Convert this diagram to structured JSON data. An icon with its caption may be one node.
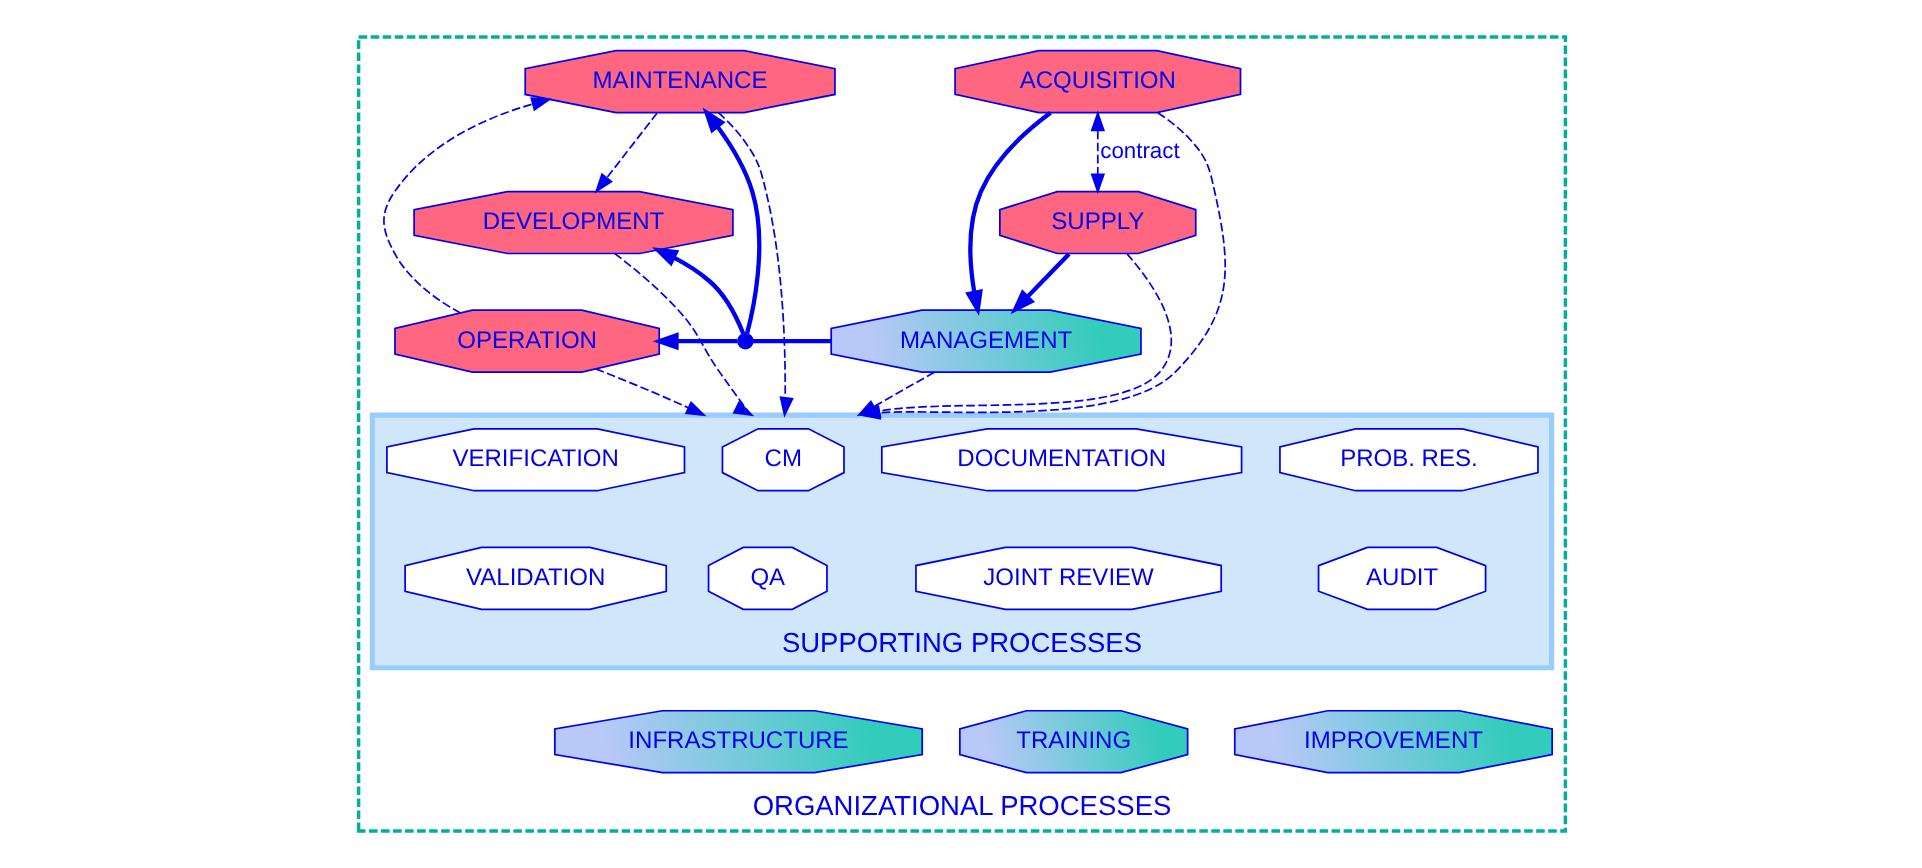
{
  "diagram": {
    "nodes": [
      {
        "text": [
          "ORGANIZATIONAL PROCESSES"
        ]
      },
      {
        "text": [
          "ACQUISITION"
        ],
        "in": 0
      },
      {
        "text": [
          "SUPPLY"
        ],
        "in": 0
      },
      {
        "text": [
          "MANAGEMENT"
        ],
        "in": 0
      },
      {
        "text": [],
        "shape": "circle",
        "in": 0
      },
      {
        "text": [
          "OPERATION"
        ],
        "in": 0
      },
      {
        "text": [
          "MAINTENANCE"
        ],
        "in": 0
      },
      {
        "text": [
          "DEVELOPMENT"
        ],
        "in": 0
      },
      {
        "text": [
          "SUPPORTING PROCESSES"
        ],
        "in": 0
      },
      {
        "text": [
          "CM"
        ],
        "in": 8
      },
      {
        "text": [
          "QA"
        ],
        "in": 8
      },
      {
        "text": [
          "DOCUMENTATION"
        ],
        "in": 8
      },
      {
        "text": [
          "JOINT REVIEW"
        ],
        "in": 8
      },
      {
        "text": [
          "PROB. RES."
        ],
        "in": 8
      },
      {
        "text": [
          "AUDIT"
        ],
        "in": 8
      },
      {
        "text": [
          "VERIFICATION"
        ],
        "in": 8
      },
      {
        "text": [
          "VALIDATION"
        ],
        "in": 8
      },
      {
        "text": [
          "INFRASTRUCTURE"
        ],
        "in": 0
      },
      {
        "text": [
          "TRAINING"
        ],
        "in": 0
      },
      {
        "text": [
          "IMPROVEMENT"
        ],
        "in": 0
      }
    ],
    "edges": [
      {
        "from": 1,
        "to": 3,
        "arrow": "to"
      },
      {
        "from": 1,
        "to": 2,
        "arrow": "both",
        "style": "dashed",
        "label": "contract"
      },
      {
        "from": 2,
        "to": 3,
        "arrow": "to"
      },
      {
        "from": 3,
        "to": 4,
        "arrow": "none"
      },
      {
        "from": 4,
        "to": 6,
        "arrow": "to"
      },
      {
        "from": 4,
        "to": 5,
        "arrow": "to"
      },
      {
        "from": 4,
        "to": 7,
        "arrow": "to"
      },
      {
        "from": 5,
        "to": 6,
        "arrow": "to",
        "style": "dashed"
      },
      {
        "from": 6,
        "to": 7,
        "arrow": "to",
        "style": "dashed"
      },
      {
        "from": 1,
        "to": 8,
        "arrow": "to",
        "style": "dashed"
      },
      {
        "from": 2,
        "to": 8,
        "arrow": "to",
        "style": "dashed"
      },
      {
        "from": 3,
        "to": 8,
        "arrow": "to",
        "style": "dashed"
      },
      {
        "from": 5,
        "to": 8,
        "arrow": "to",
        "style": "dashed"
      },
      {
        "from": 7,
        "to": 8,
        "arrow": "to",
        "style": "dashed"
      },
      {
        "from": 6,
        "to": 8,
        "arrow": "to",
        "style": "dashed"
      }
    ]
  }
}
